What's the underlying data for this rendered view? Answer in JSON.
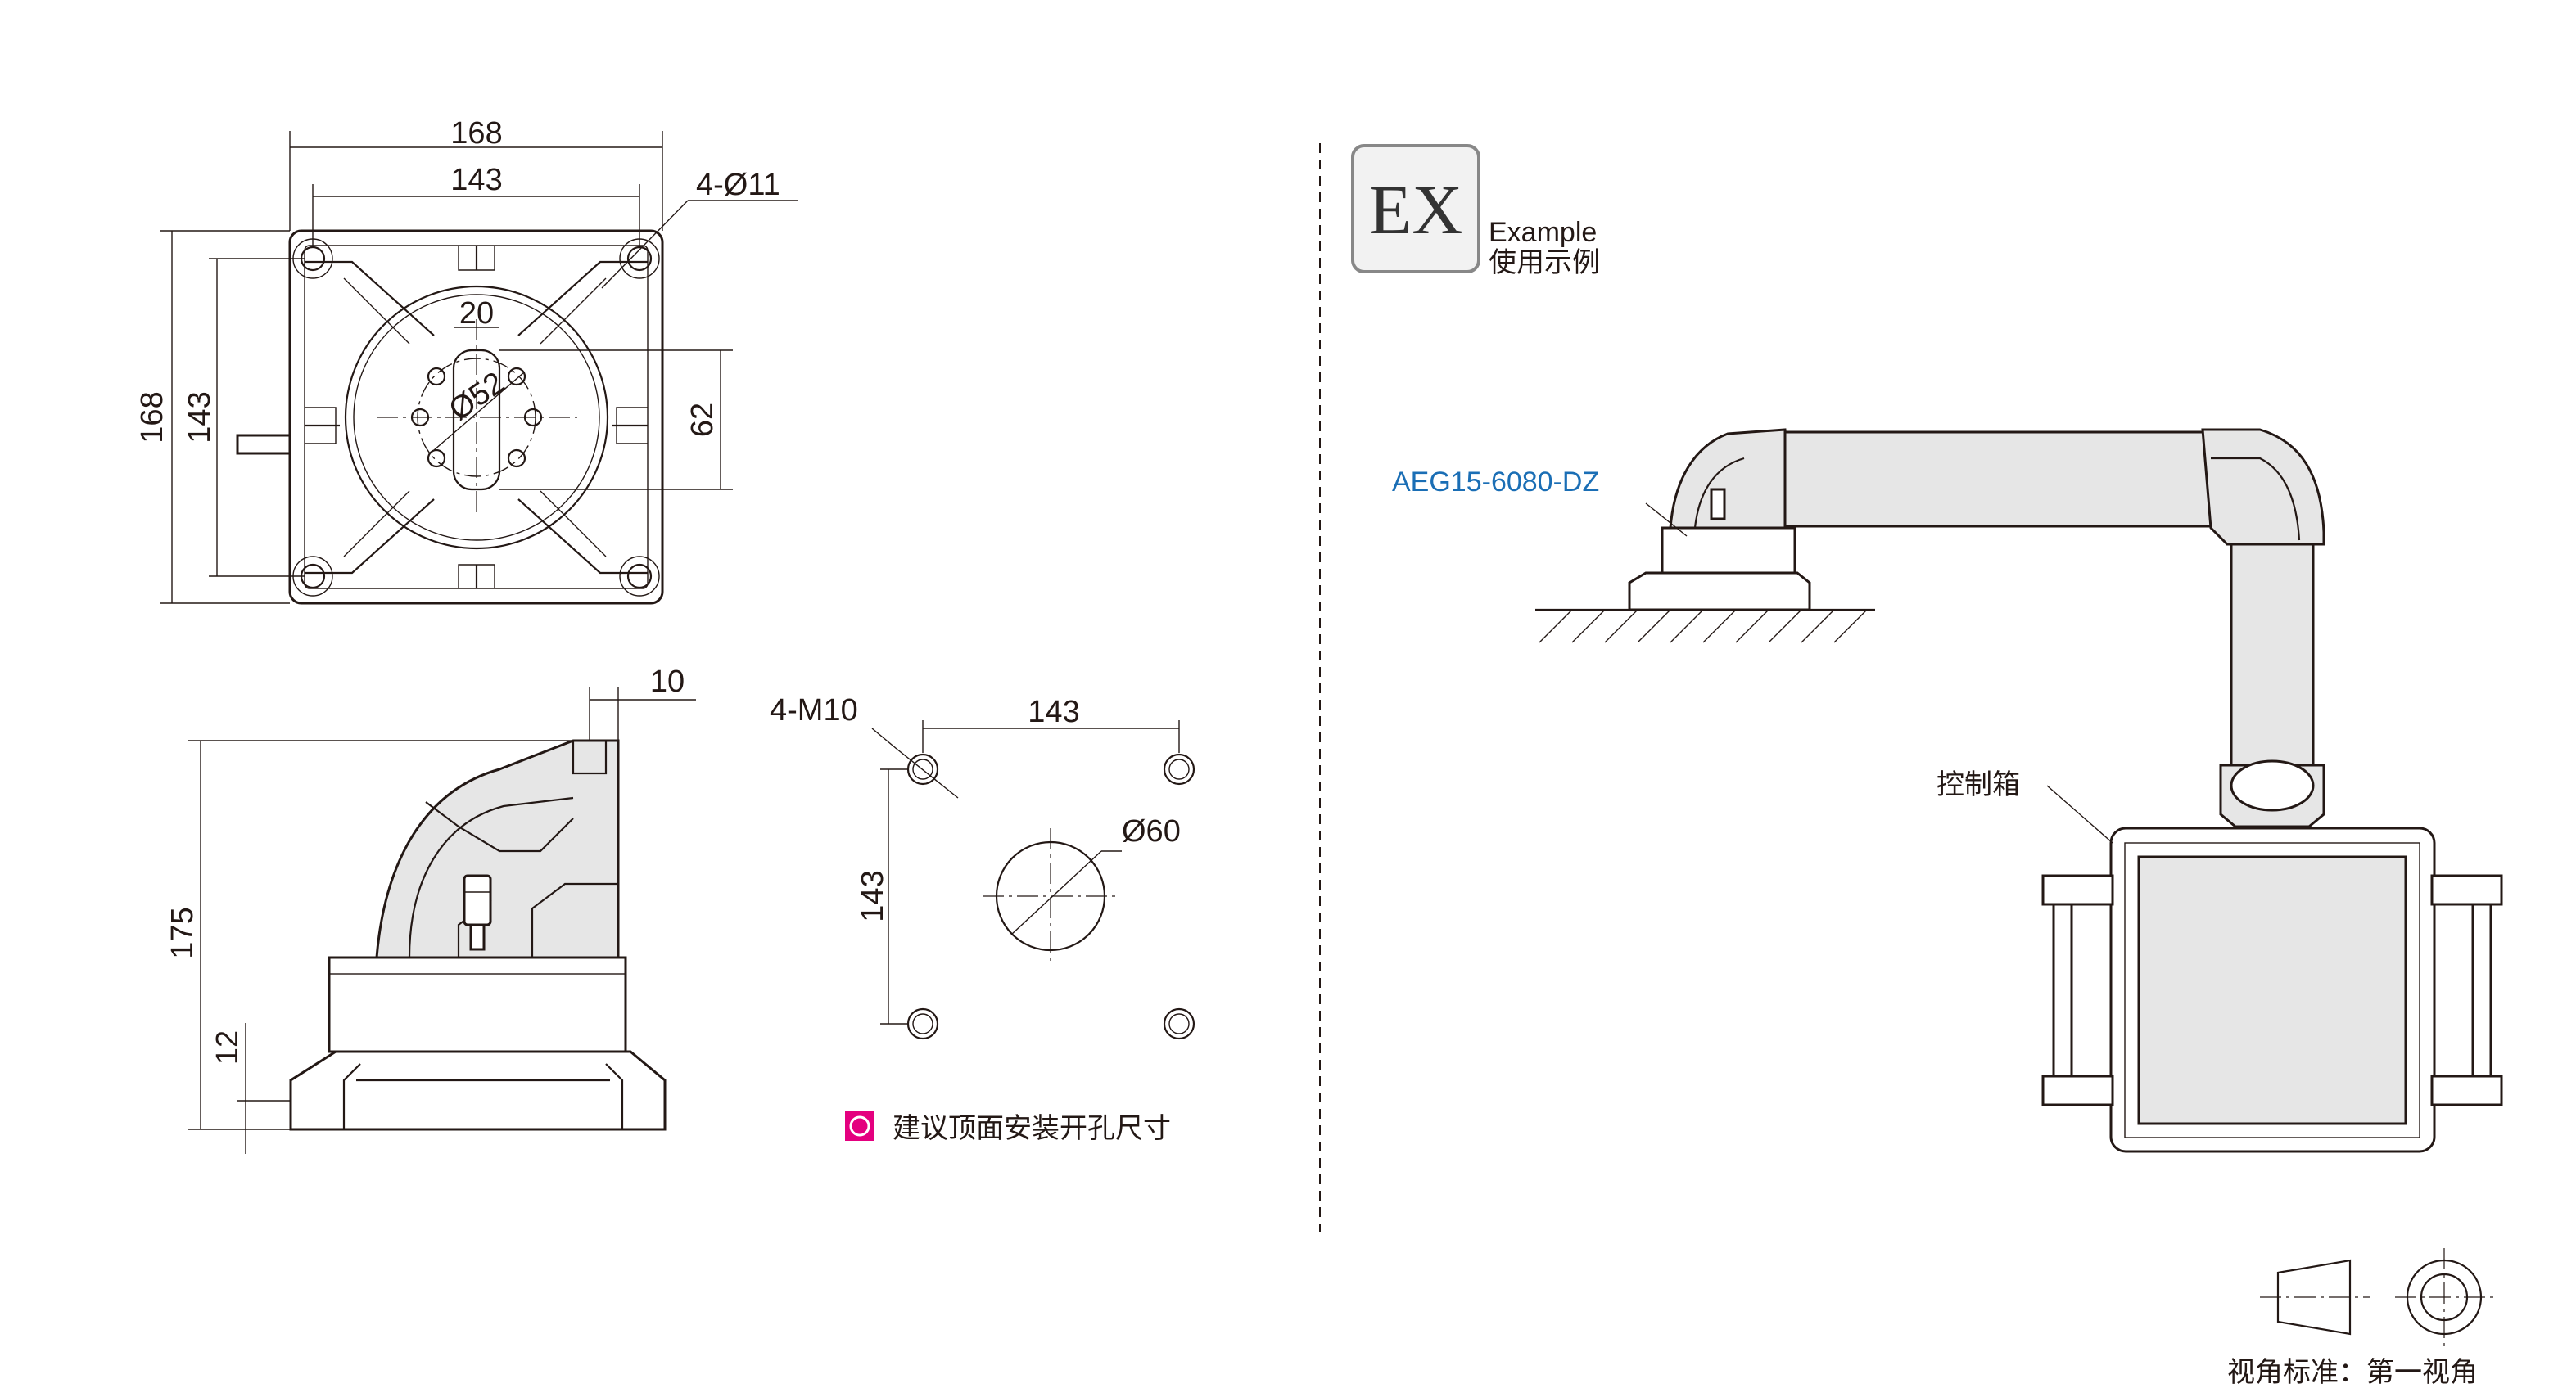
{
  "top_view": {
    "dim_outer_width": "168",
    "dim_hole_width": "143",
    "dim_holes": "4-Ø11",
    "dim_outer_height": "168",
    "dim_hole_height": "143",
    "dim_slot_width": "20",
    "dim_circle": "Ø52",
    "dim_slot_height": "62"
  },
  "side_view": {
    "dim_top": "10",
    "dim_height": "175",
    "dim_base": "12"
  },
  "cutout_view": {
    "dim_threads": "4-M10",
    "dim_width": "143",
    "dim_height": "143",
    "dim_center_hole": "Ø60",
    "caption": "建议顶面安装开孔尺寸"
  },
  "example": {
    "badge": "EX",
    "title_en": "Example",
    "title_cn": "使用示例",
    "model_label": "AEG15-6080-DZ",
    "box_label": "控制箱"
  },
  "projection": {
    "caption": "视角标准：第一视角"
  },
  "colors": {
    "line": "#231815",
    "part_fill": "#e6e6e6",
    "accent_magenta": "#e4007f",
    "label_blue": "#1a6eb5"
  }
}
